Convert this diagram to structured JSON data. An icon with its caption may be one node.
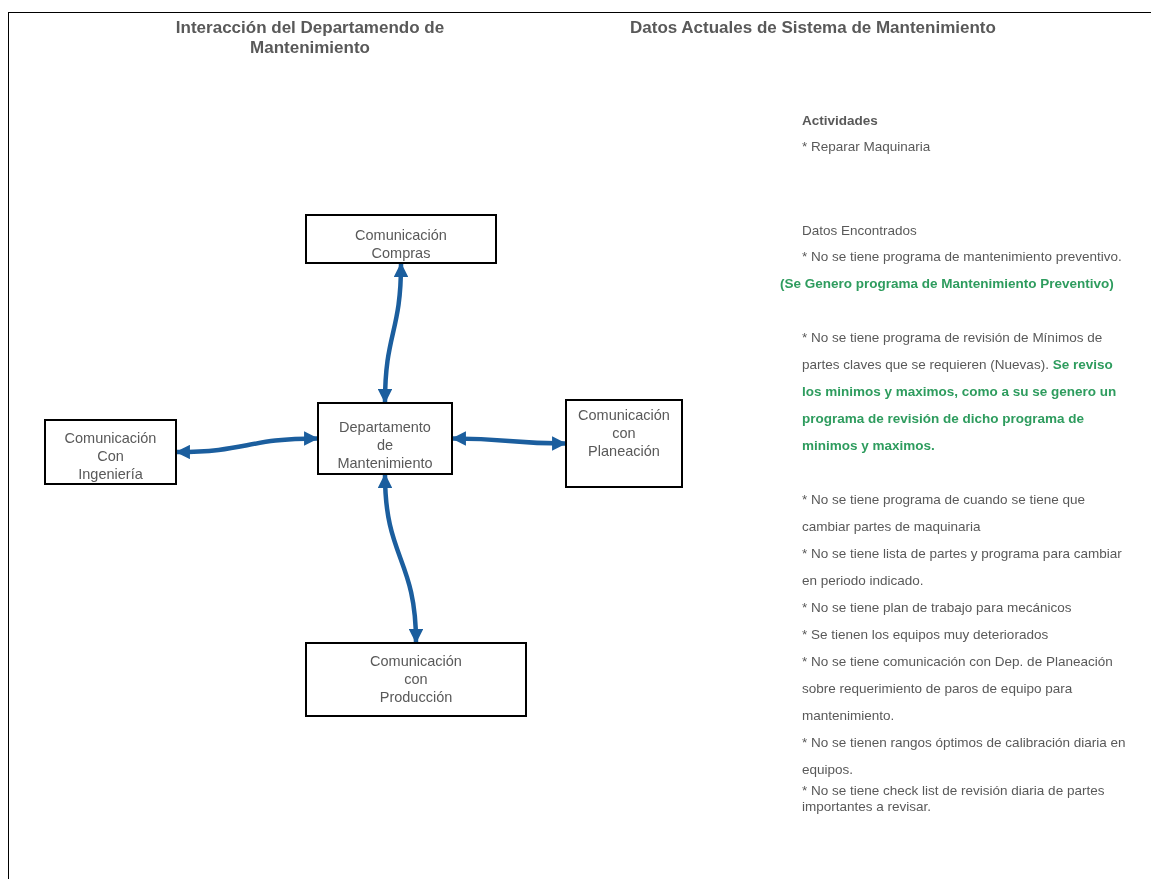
{
  "diagram": {
    "title": "Interacción del Departamendo de Mantenimiento",
    "nodes": [
      {
        "text": [
          "Departamento de Mantenimiento"
        ]
      },
      {
        "text": [
          "Comunicación Compras"
        ]
      },
      {
        "text": [
          "Comunicación Con Ingeniería"
        ]
      },
      {
        "text": [
          "Comunicación con Planeación"
        ]
      },
      {
        "text": [
          "Comunicación con Producción"
        ]
      }
    ],
    "edges": [
      {
        "from": 0,
        "to": 1,
        "arrow": "both"
      },
      {
        "from": 0,
        "to": 2,
        "arrow": "both"
      },
      {
        "from": 0,
        "to": 3,
        "arrow": "both"
      },
      {
        "from": 0,
        "to": 4,
        "arrow": "both"
      }
    ],
    "labels": [
      "Datos Actuales de Sistema de Mantenimiento",
      "Actividades",
      "* Reparar Maquinaria",
      "Datos Encontrados",
      "* No se tiene programa de mantenimiento preventivo. **(Se Genero programa de Mantenimiento Preventivo)**",
      "* No se tiene programa de revisión de Mínimos de partes claves que se requieren (Nuevas). **Se reviso los minimos y maximos, como a su se genero un programa de revisión de dicho programa de minimos y maximos.**",
      "* No se tiene programa de cuando se tiene que cambiar partes de maquinaria",
      "* No se tiene lista de partes y programa para cambiar en periodo indicado.",
      "* No se tiene plan de trabajo para mecánicos",
      "* Se tienen los equipos muy deteriorados",
      "* No se tiene comunicación con Dep. de Planeación sobre requerimiento de paros de equipo para mantenimiento.",
      "* No se tienen rangos óptimos de calibración diaria en equipos.",
      "* No se tiene check list de revisión diaria de partes importantes a revisar."
    ]
  }
}
